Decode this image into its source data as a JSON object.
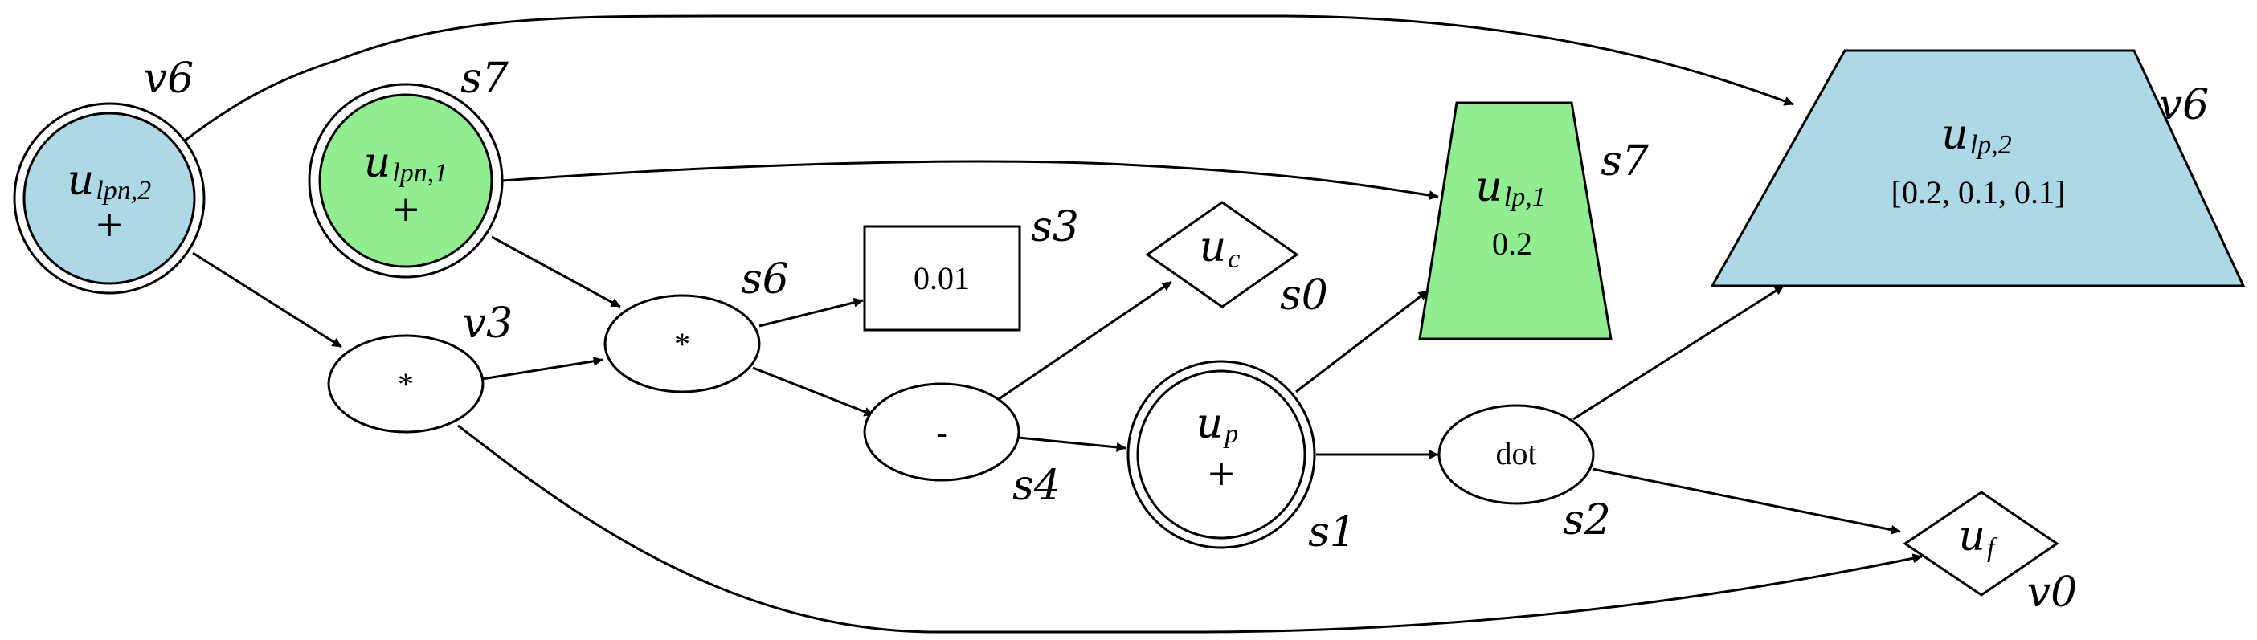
{
  "colors": {
    "blue_fill": "#add8e6",
    "green_fill": "#90ee90",
    "white_fill": "#ffffff",
    "stroke": "#000000"
  },
  "nodes": {
    "ulpn2": {
      "var": "u",
      "sub": "lpn,2",
      "value": "+",
      "tag": "v6",
      "fill": "blue"
    },
    "ulpn1": {
      "var": "u",
      "sub": "lpn,1",
      "value": "+",
      "tag": "s7",
      "fill": "green"
    },
    "mul_v3": {
      "label": "*",
      "tag": "v3"
    },
    "mul_s6": {
      "label": "*",
      "tag": "s6"
    },
    "const": {
      "label": "0.01",
      "tag": "s3"
    },
    "uc": {
      "var": "u",
      "sub": "c",
      "tag": "s0"
    },
    "minus": {
      "label": "-",
      "tag": "s4"
    },
    "up": {
      "var": "u",
      "sub": "p",
      "value": "+",
      "tag": "s1"
    },
    "ulp1": {
      "var": "u",
      "sub": "lp,1",
      "value": "0.2",
      "tag": "s7",
      "fill": "green"
    },
    "ulp2": {
      "var": "u",
      "sub": "lp,2",
      "value": "[0.2, 0.1, 0.1]",
      "tag": "v6",
      "fill": "blue"
    },
    "dot": {
      "label": "dot",
      "tag": "s2"
    },
    "uf": {
      "var": "u",
      "sub": "f",
      "tag": "v0"
    }
  }
}
